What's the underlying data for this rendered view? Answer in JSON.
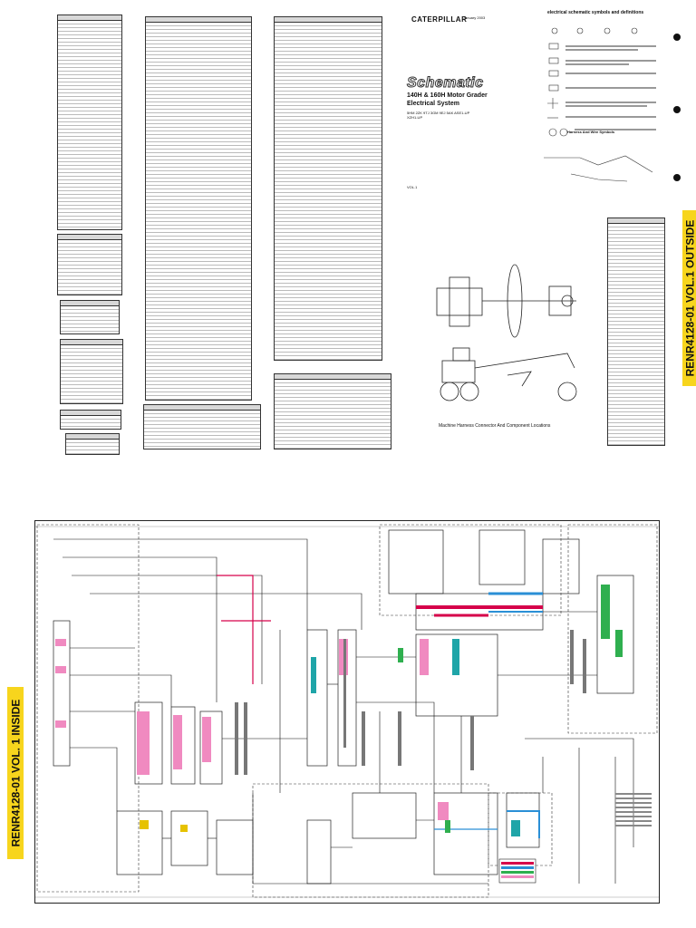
{
  "brand": "CATERPILLAR",
  "doc": {
    "title": "Schematic",
    "subtitle_line1": "140H & 160H Motor Grader",
    "subtitle_line2": "Electrical System",
    "serials": [
      "5HM",
      "2ZK",
      "9TJ",
      "3GM",
      "9EJ",
      "5AK",
      "ASE1-UP",
      "XZH1-UP"
    ],
    "media_number": "VOL.1",
    "date_note": "January 2003",
    "symbols_header": "electrical schematic symbols and definitions",
    "harness_header": "Harness And Wire Symbols",
    "caption": "Machine Harness Connector And Component Locations"
  },
  "side_labels": {
    "outside": "RENR4128-01 VOL.1 OUTSIDE",
    "inside": "RENR4128-01 VOL. 1 INSIDE"
  },
  "colors": {
    "label_bg": "#f7d51d",
    "wire_red": "#d6004a",
    "wire_blue": "#2a8fd6",
    "wire_pink": "#f08ac0",
    "wire_green": "#2faf4f",
    "wire_teal": "#1fa5a8"
  }
}
